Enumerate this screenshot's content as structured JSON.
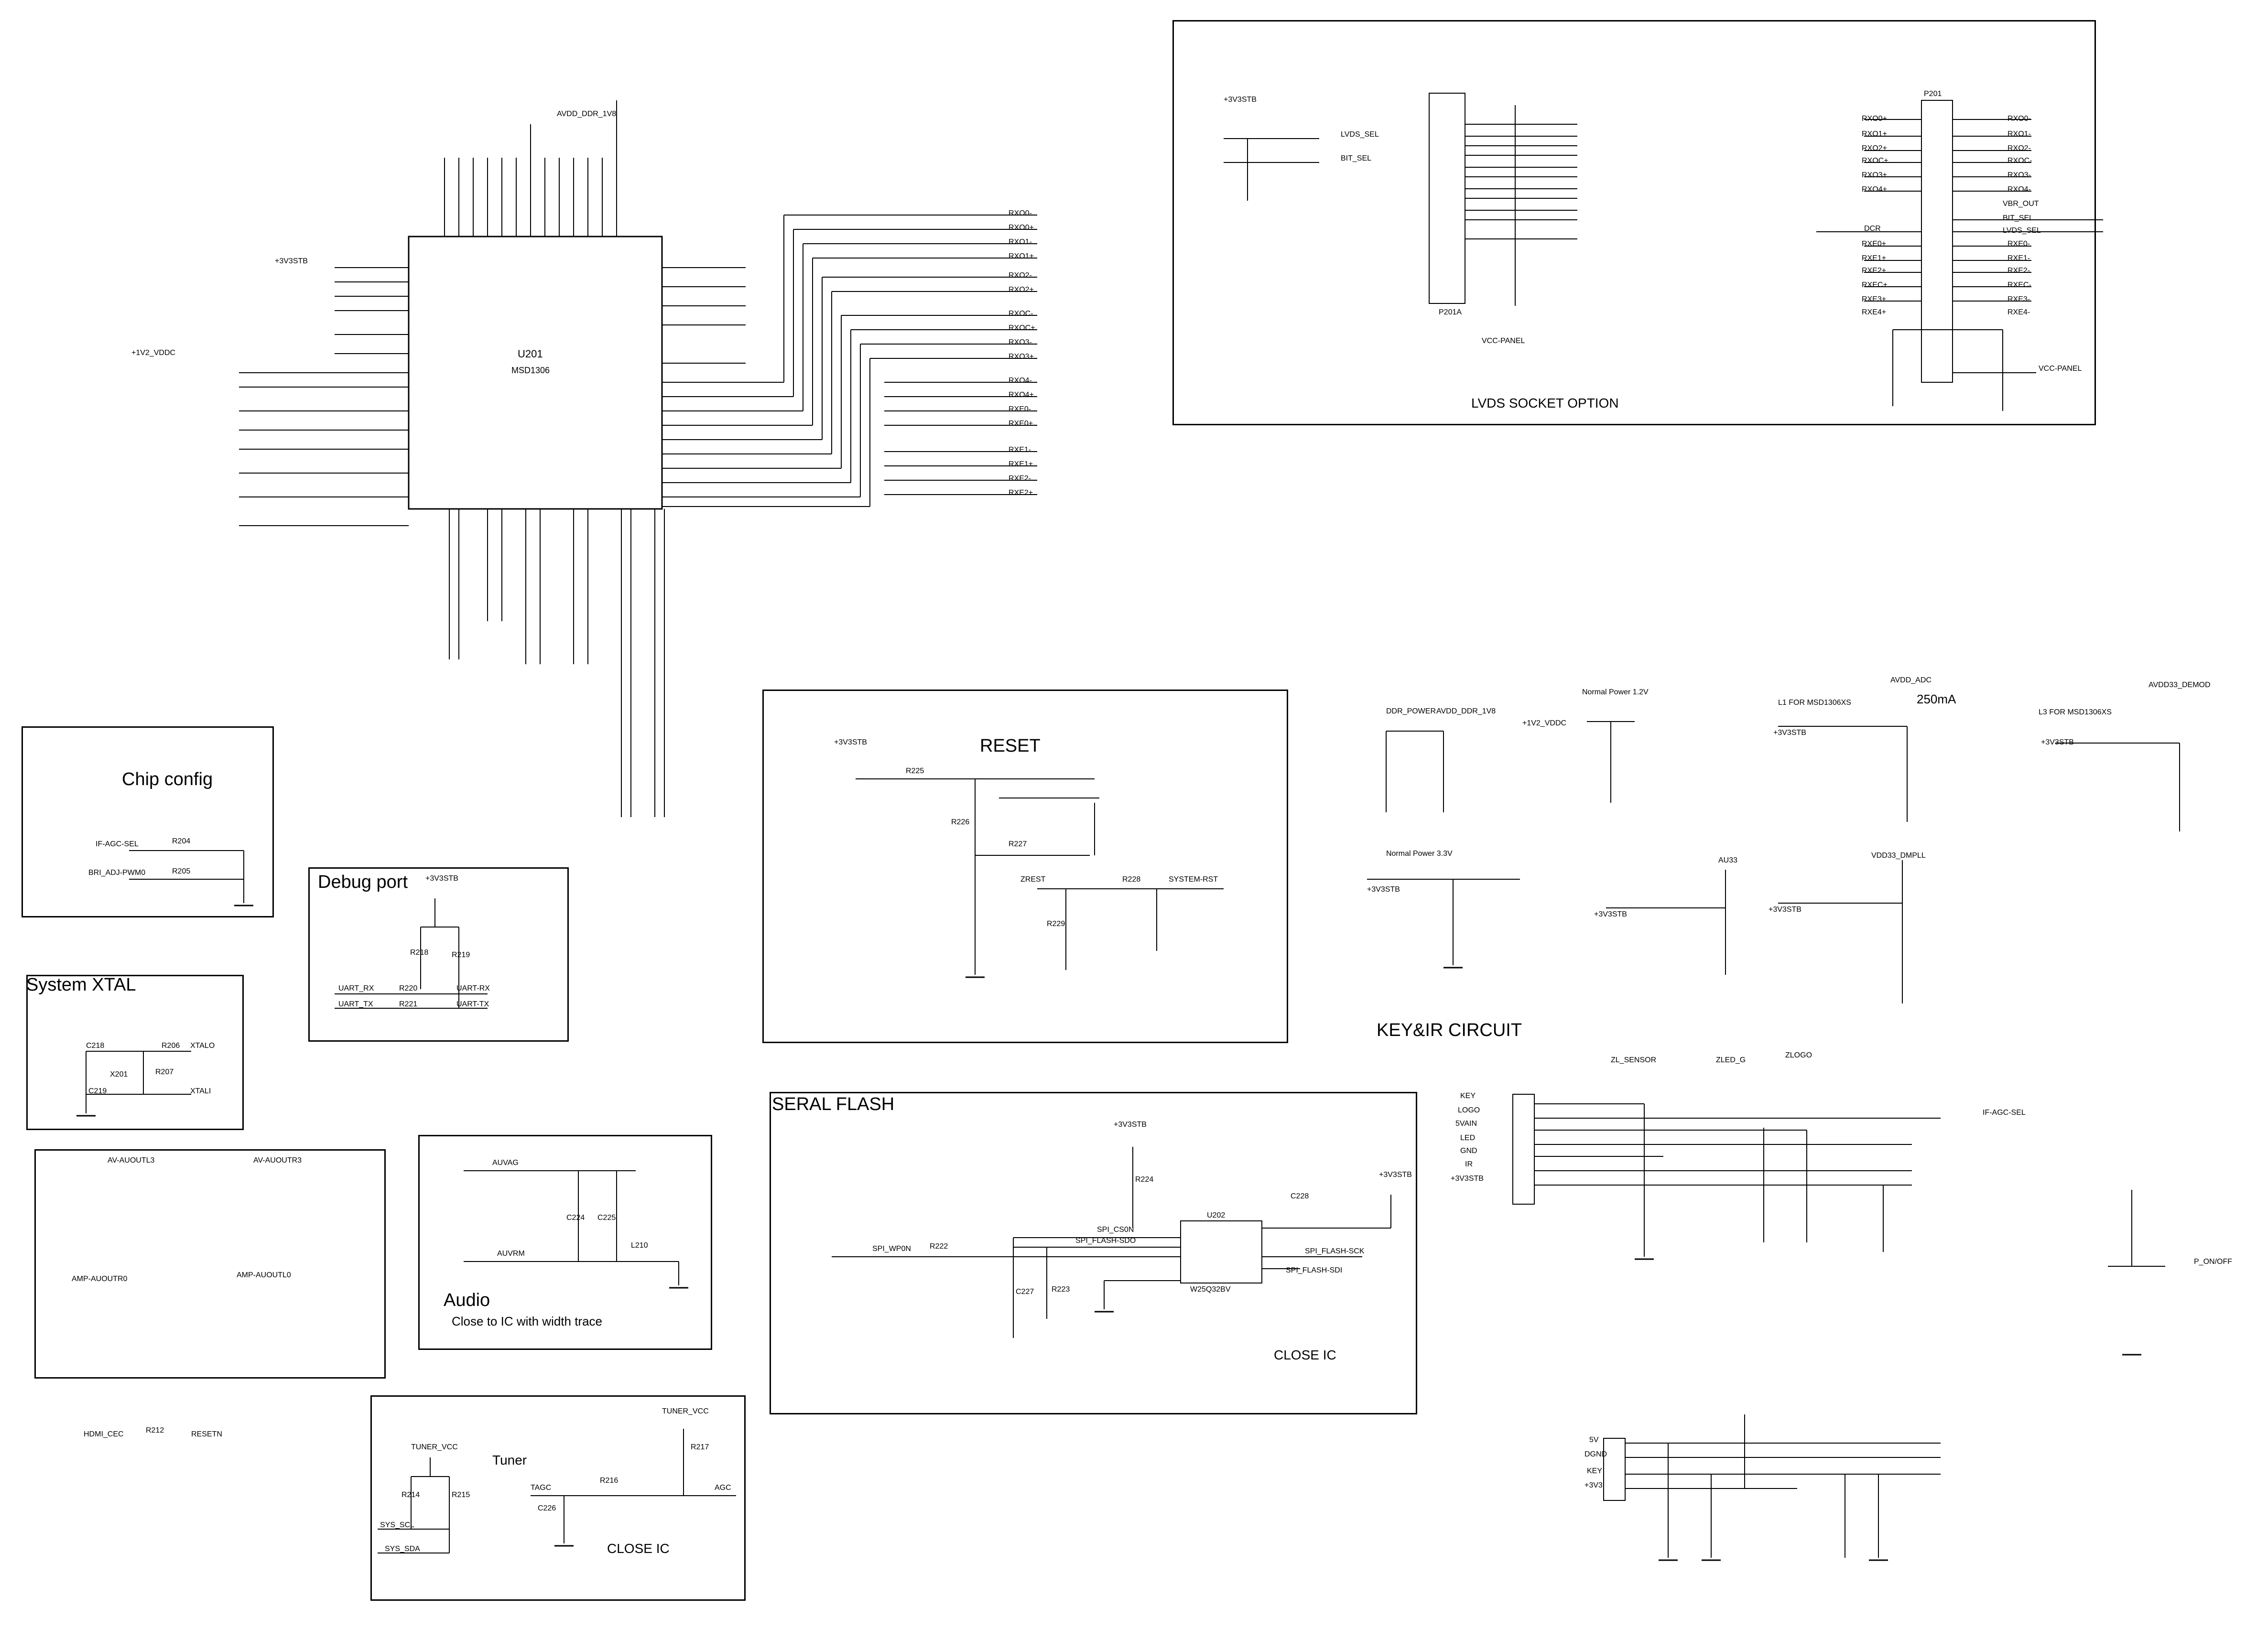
{
  "sections": {
    "chip_config": "Chip config",
    "debug_port": "Debug port",
    "system_xtal": "System XTAL",
    "reset": "RESET",
    "serial_flash": "SERAL FLASH",
    "audio": "Audio",
    "audio_note": "Close to  IC with width trace",
    "tuner": "Tuner",
    "close_ic_flash": "CLOSE IC",
    "close_ic_tuner": "CLOSE IC",
    "lvds": "LVDS SOCKET OPTION",
    "key_ir": "KEY&IR CIRCUIT"
  },
  "u201": {
    "ref": "U201",
    "part": "MSD1306"
  },
  "u202": {
    "ref": "U202",
    "part": "W25Q32BV"
  },
  "p201": {
    "ref": "P201",
    "sub": "P201A",
    "vcc": "VCC-PANEL"
  },
  "power": {
    "ddr_power": "DDR_POWER",
    "avdd_ddr": "AVDD_DDR_1V8",
    "normal_1v2": "Normal Power 1.2V",
    "normal_3v3": "Normal Power 3.3V",
    "avdd_adc": "AVDD_ADC",
    "current": "250mA",
    "l1_note": "L1 FOR MSD1306XS",
    "l3_note": "L3 FOR MSD1306XS",
    "avdd33_demod": "AVDD33_DEMOD",
    "au33": "AU33",
    "vdd33_dmpll": "VDD33_DMPLL",
    "v3stb": "+3V3STB",
    "v1v2": "+1V2_VDDC"
  },
  "nets": {
    "if_agc_sel": "IF-AGC-SEL",
    "bri_adj": "BRI_ADJ-PWM0",
    "uart_rx": "UART_RX",
    "uart_tx": "UART_TX",
    "uart_rx2": "UART-RX",
    "uart_tx2": "UART-TX",
    "xtalo": "XTALO",
    "xtali": "XTALI",
    "hdmi_cec": "HDMI_CEC",
    "resetn": "RESETN",
    "spi_wpn": "SPI_WP0N",
    "spi_csn": "SPI_CS0N",
    "spi_sdo": "SPI_FLASH-SDO",
    "spi_sdi": "SPI_FLASH-SDI",
    "spi_sck": "SPI_FLASH-SCK",
    "system_rst": "SYSTEM-RST",
    "zrest": "ZREST",
    "auvag": "AUVAG",
    "auvrm": "AUVRM",
    "tuner_vcc": "TUNER_VCC",
    "sys_scl": "SYS_SCL",
    "sys_sda": "SYS_SDA",
    "tagc": "TAGC",
    "agc": "AGC",
    "lvds_sel": "LVDS_SEL",
    "bit_sel": "BIT_SEL",
    "p_onoff": "P_ON/OFF",
    "zl_sensor": "ZL_SENSOR",
    "zled_g": "ZLED_G",
    "zlogo": "ZLOGO"
  },
  "rxo_labels": [
    "RXO0-",
    "RXO0+",
    "RXO1-",
    "RXO1+",
    "RXO2-",
    "RXO2+",
    "RXOC-",
    "RXOC+",
    "RXO3-",
    "RXO3+",
    "RXO4-",
    "RXO4+",
    "RXE0-",
    "RXE0+",
    "RXE1-",
    "RXE1+",
    "RXE2-",
    "RXE2+"
  ],
  "p201_left": [
    "RXO0+",
    "RXO1+",
    "RXO2+",
    "RXOC+",
    "RXO3+",
    "RXO4+",
    "",
    "",
    "DCR",
    "",
    "RXE0+",
    "RXE1+",
    "RXE2+",
    "RXEC+",
    "RXE3+",
    "RXE4+"
  ],
  "p201_right": [
    "RXO0-",
    "RXO1-",
    "RXO2-",
    "RXOC-",
    "RXO3-",
    "RXO4-",
    "VBR_OUT",
    "BIT_SEL",
    "LVDS_SEL",
    "RXE0-",
    "RXE1-",
    "RXE2-",
    "RXEC-",
    "RXE3-",
    "RXE4-"
  ],
  "key_left": [
    "KEY",
    "LOGO",
    "5VAIN",
    "LED",
    "GND",
    "IR",
    "+3V3STB"
  ],
  "key_p204_left": [
    "5V",
    "DGND",
    "KEY",
    "+3V3"
  ],
  "components": {
    "r204": "R204",
    "r205": "R205",
    "r218": "R218",
    "r219": "R219",
    "r220": "R220",
    "r221": "R221",
    "r225": "R225",
    "r226": "R226",
    "r227": "R227",
    "r228": "R228",
    "r229": "R229",
    "r206": "R206",
    "r207": "R207",
    "x201": "X201",
    "c218": "C218",
    "c219": "C219",
    "r222": "R222",
    "r223": "R223",
    "r224": "R224",
    "c227": "C227",
    "c228": "C228",
    "r212": "R212",
    "r214": "R214",
    "r215": "R215",
    "r216": "R216",
    "r217": "R217",
    "c226": "C226",
    "l210": "L210",
    "c224": "C224",
    "c225": "C225"
  }
}
